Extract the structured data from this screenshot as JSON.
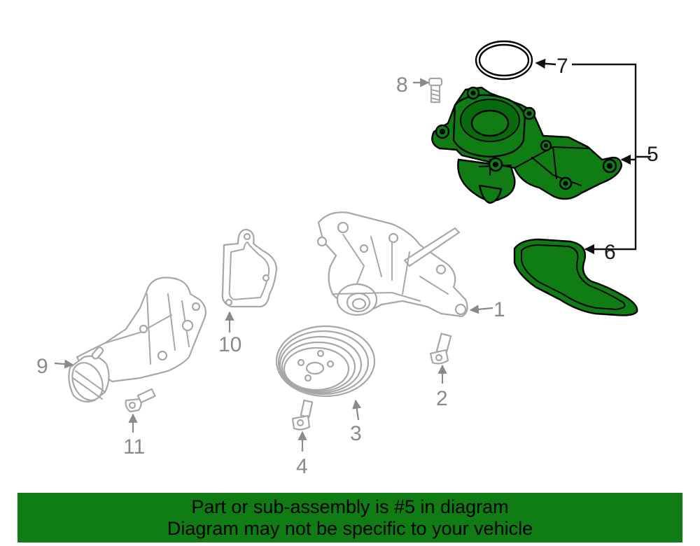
{
  "callouts": {
    "c1": "1",
    "c2": "2",
    "c3": "3",
    "c4": "4",
    "c5": "5",
    "c6": "6",
    "c7": "7",
    "c8": "8",
    "c9": "9",
    "c10": "10",
    "c11": "11"
  },
  "banner": {
    "line1": "Part or sub-assembly is #5 in diagram",
    "line2": "Diagram may not be specific to your vehicle"
  },
  "colors": {
    "highlight": "#0f7d13",
    "part_outline": "#a7a7a7",
    "label_grey": "#8a8a8a"
  }
}
